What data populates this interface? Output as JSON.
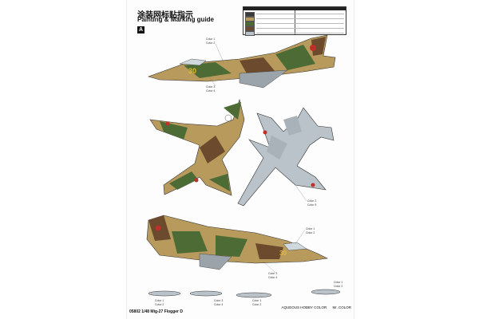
{
  "header": {
    "title_cn": "涂装网标贴指示",
    "title_en": "Painting & Marking guide",
    "section_marker": "A"
  },
  "colors": {
    "camo_tan": "#b89a5c",
    "camo_green": "#4d6b35",
    "camo_brown": "#6b4a2e",
    "underside_grey": "#b9c3c9",
    "star_red": "#c0302a",
    "bort_yellow": "#e0c030"
  },
  "legend_swatches": [
    "#3a3a3a",
    "#b89a5c",
    "#4d6b35",
    "#6b4a2e",
    "#b9c3c9"
  ],
  "callouts": {
    "color1": "Color 1",
    "color2": "Color 2",
    "color3": "Color 3",
    "color4": "Color 4",
    "color5": "Color 5",
    "bort_number": "30"
  },
  "footer": {
    "product_code": "05802 1/48  Mig-27 Flogger D",
    "brand_a": "AQUEOUS HOBBY COLOR",
    "brand_b": "Mr. COLOR"
  }
}
